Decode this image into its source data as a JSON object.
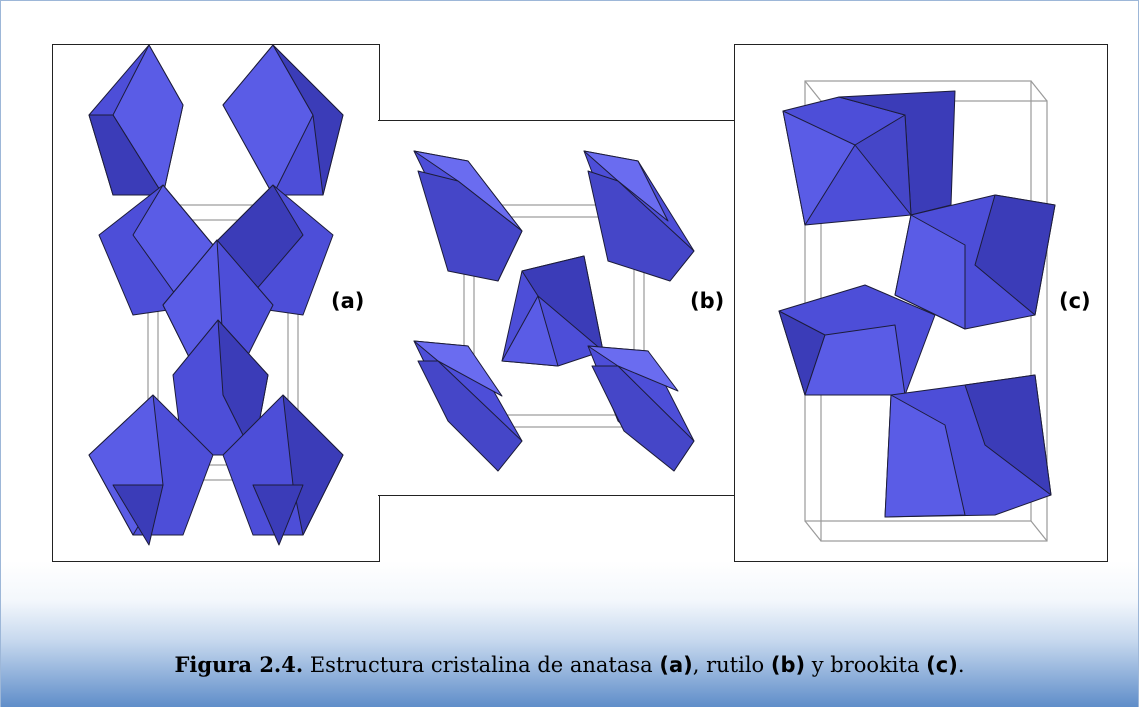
{
  "figure": {
    "panels": [
      {
        "label": "(a)",
        "mineral": "anatasa"
      },
      {
        "label": "(b)",
        "mineral": "rutilo"
      },
      {
        "label": "(c)",
        "mineral": "brookita"
      }
    ],
    "caption": {
      "number": "Figura 2.4.",
      "text_1": " Estructura cristalina de anatasa ",
      "label_a": "(a)",
      "text_2": ", rutilo ",
      "label_b": "(b)",
      "text_3": " y brookita ",
      "label_c": "(c)",
      "text_4": "."
    },
    "colors": {
      "octahedron_face": "#4d4ed8",
      "octahedron_light": "#6a6cf0",
      "octahedron_dark": "#3536b0",
      "cell_line": "#9a9a9a",
      "frame_border": "#9db7d8",
      "gradient_bottom": "#5c8bc8"
    }
  }
}
